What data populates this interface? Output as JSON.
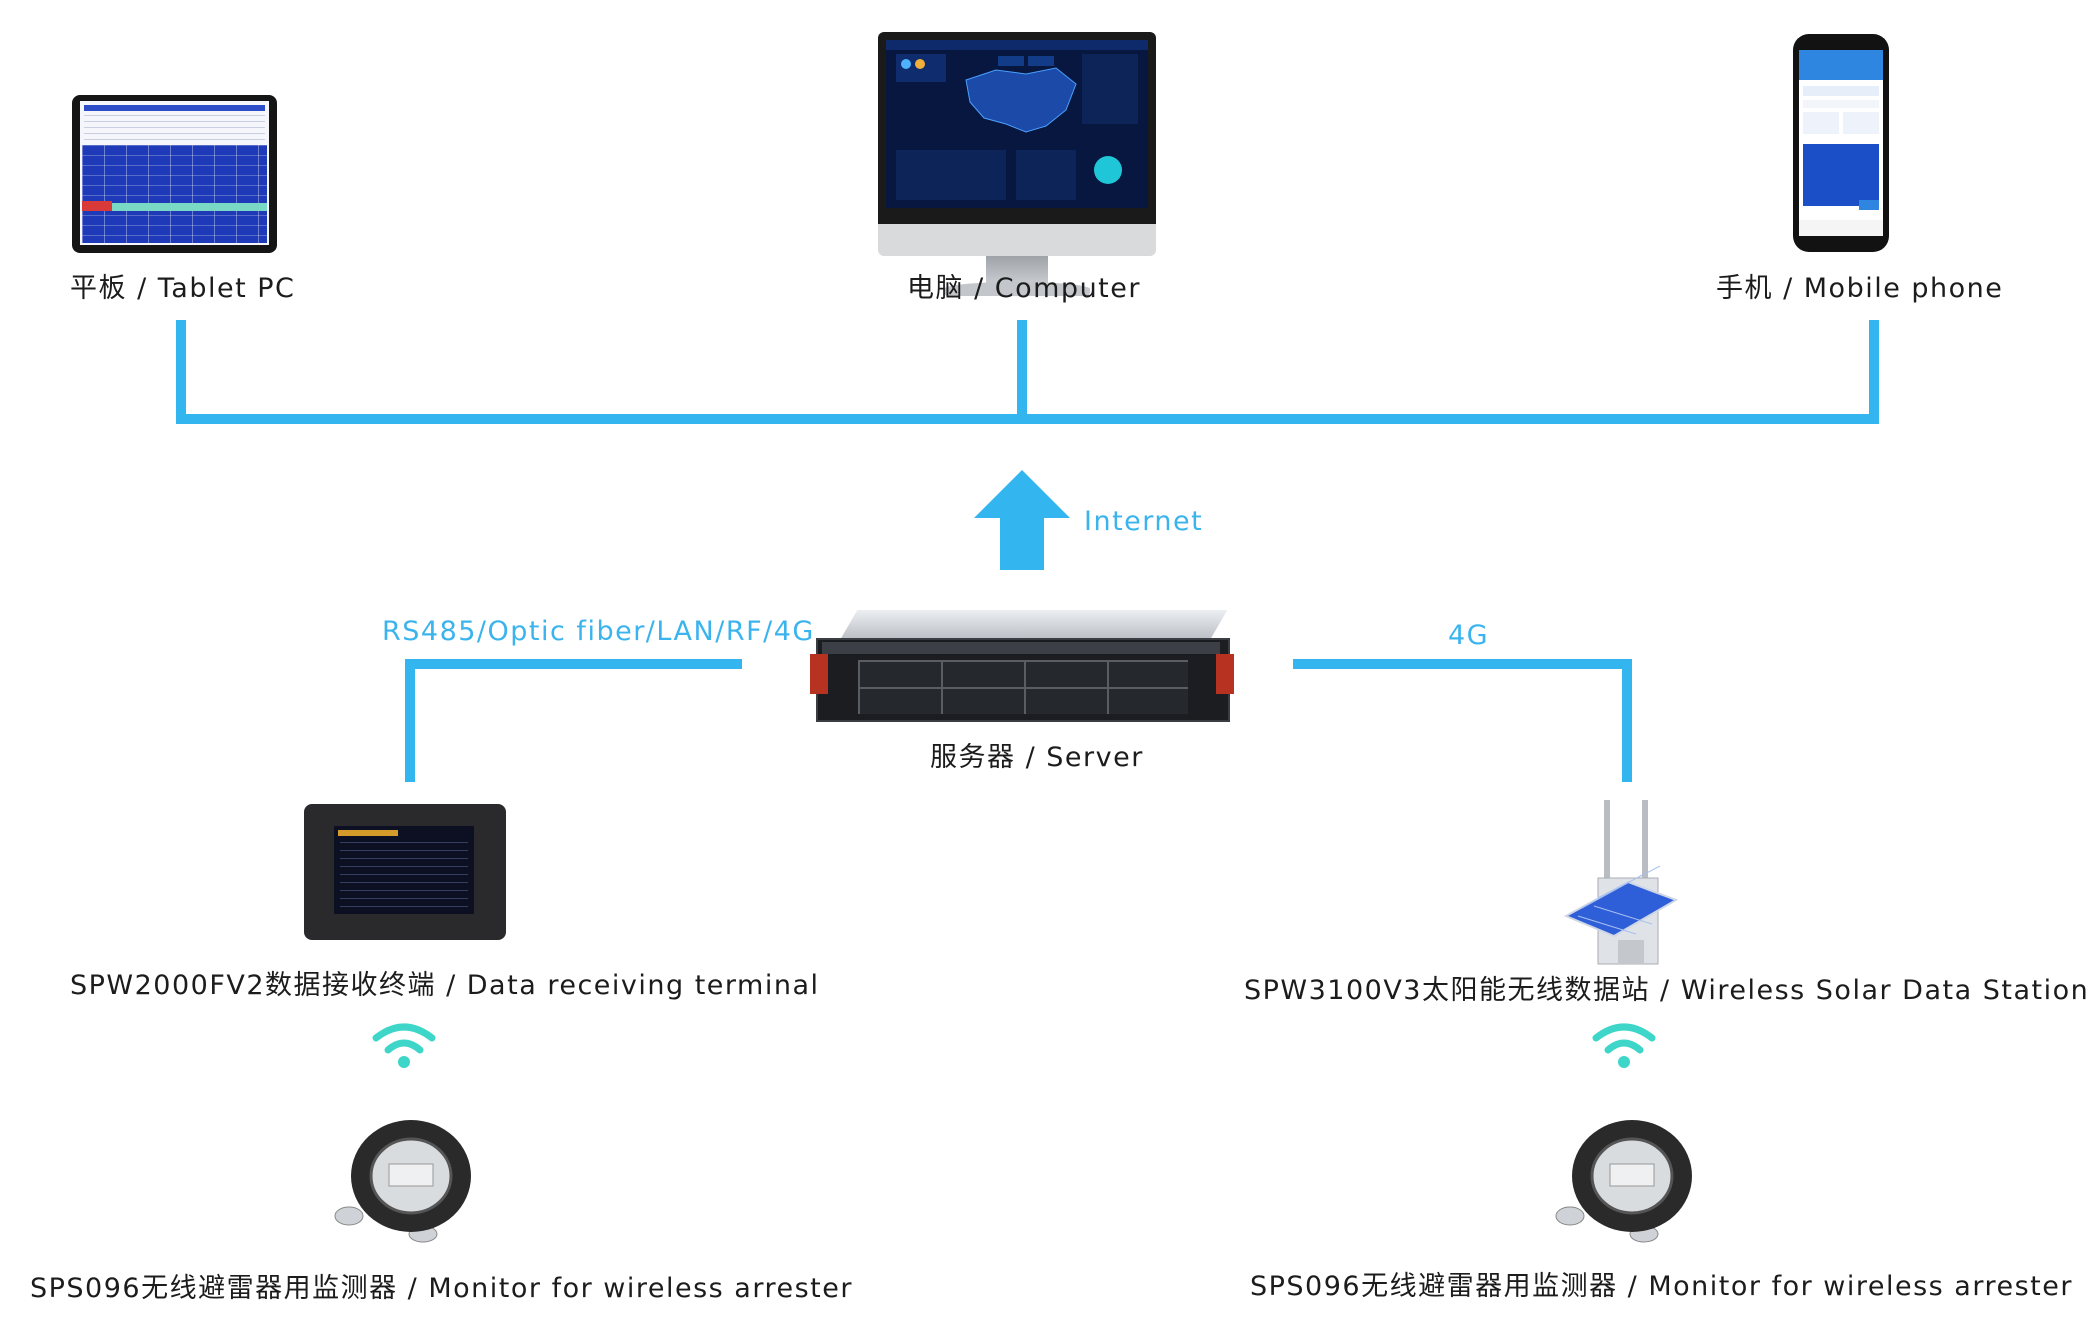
{
  "nodes": {
    "tablet": {
      "label": "平板 / Tablet PC"
    },
    "computer": {
      "label": "电脑 / Computer"
    },
    "mobile": {
      "label": "手机 / Mobile phone"
    },
    "server": {
      "label": "服务器 / Server"
    },
    "terminal": {
      "label": "SPW2000FV2数据接收终端 / Data receiving terminal"
    },
    "station": {
      "label": "SPW3100V3太阳能无线数据站 / Wireless Solar Data Station"
    },
    "arrester_left": {
      "label": "SPS096无线避雷器用监测器 / Monitor for wireless arrester"
    },
    "arrester_right": {
      "label": "SPS096无线避雷器用监测器 / Monitor for wireless arrester"
    }
  },
  "links": {
    "internet": "Internet",
    "left": "RS485/Optic fiber/LAN/RF/4G",
    "right": "4G"
  },
  "colors": {
    "connector": "#33b5f0",
    "link_text": "#3bb4ee",
    "wifi": "#3dd6c9"
  },
  "icons": [
    "upload-arrow-icon",
    "wifi-icon"
  ]
}
